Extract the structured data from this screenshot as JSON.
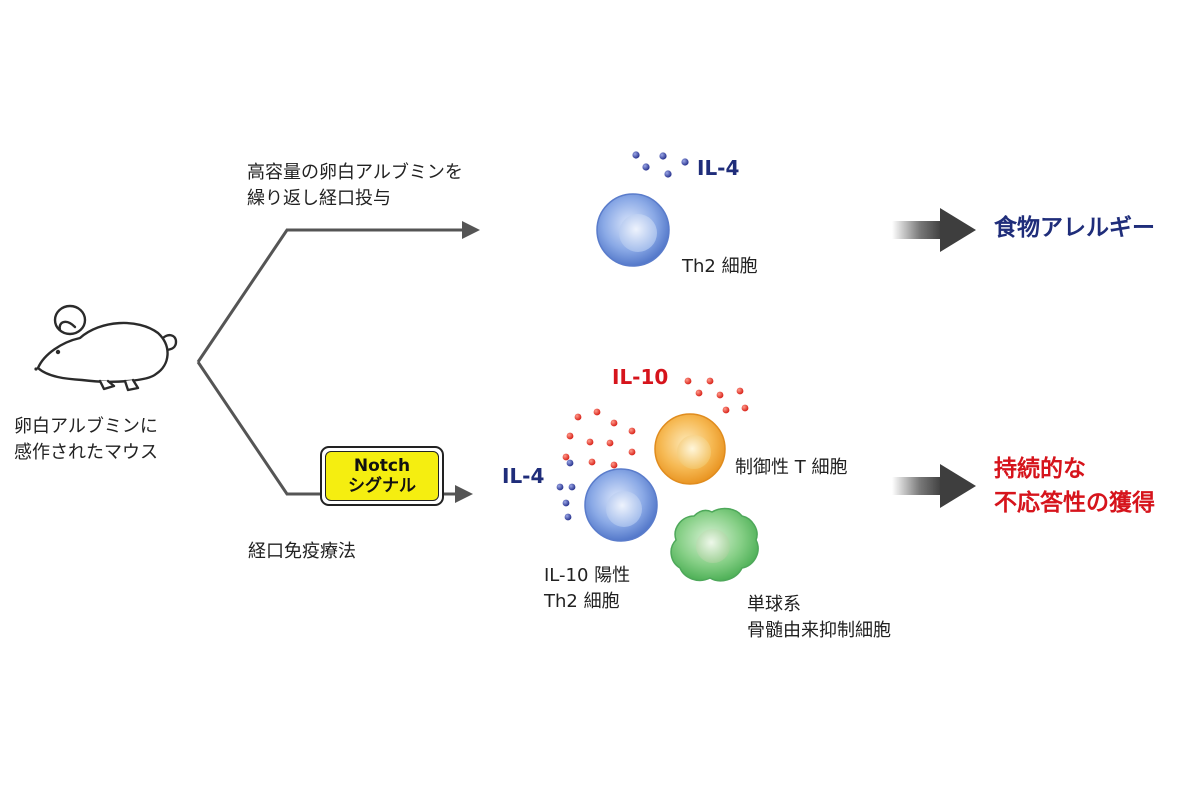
{
  "mouse": {
    "label": "卵白アルブミンに\n感作されたマウス"
  },
  "upper_path": {
    "label": "高容量の卵白アルブミンを\n繰り返し経口投与"
  },
  "lower_path": {
    "label": "経口免疫療法",
    "notch_label": "Notch\nシグナル"
  },
  "upper_cells": {
    "cytokine": "IL-4",
    "th2_label": "Th2 細胞"
  },
  "lower_cells": {
    "il10_label": "IL-10",
    "il4_label": "IL-4",
    "treg_label": "制御性 T 細胞",
    "il10_th2_label": "IL-10 陽性\nTh2 細胞",
    "mdsc_label": "単球系\n骨髄由来抑制細胞"
  },
  "outcomes": {
    "allergy": "食物アレルギー",
    "tolerance": "持続的な\n不応答性の獲得"
  },
  "colors": {
    "cytokine_il4": "#1f2d7a",
    "cytokine_il10": "#d6141c",
    "th2_cell": "#6f93d8",
    "treg_cell": "#f2a636",
    "mdsc_cell": "#6cc26e"
  }
}
